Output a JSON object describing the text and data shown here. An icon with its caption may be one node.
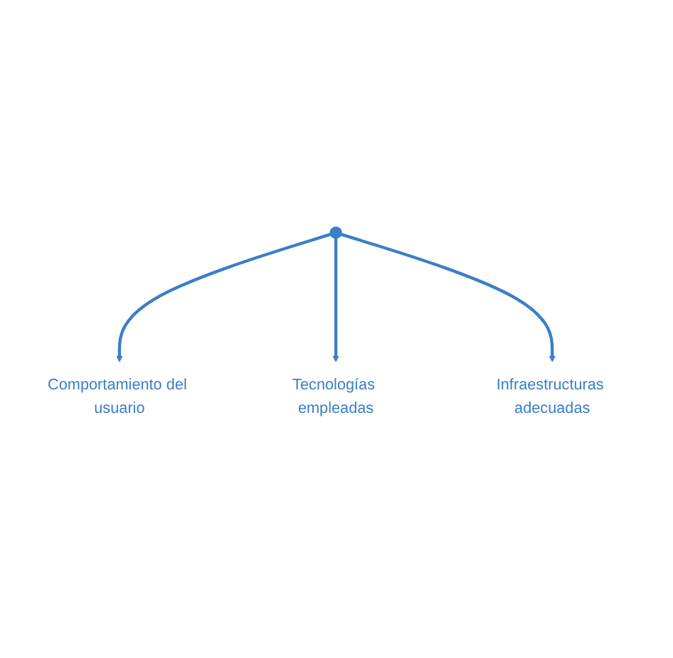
{
  "diagram": {
    "nodes": [
      {
        "text": [
          "Comportamiento del usuario"
        ]
      },
      {
        "text": [],
        "shape": "circle"
      },
      {
        "text": [
          "Tecnologías empleadas"
        ]
      },
      {
        "text": [
          "Infraestructuras adecuadas"
        ]
      }
    ],
    "edges": [
      {
        "from": 1,
        "to": 0,
        "arrow": "to"
      },
      {
        "from": 1,
        "to": 2,
        "arrow": "to"
      },
      {
        "from": 1,
        "to": 3,
        "arrow": "to"
      }
    ]
  }
}
